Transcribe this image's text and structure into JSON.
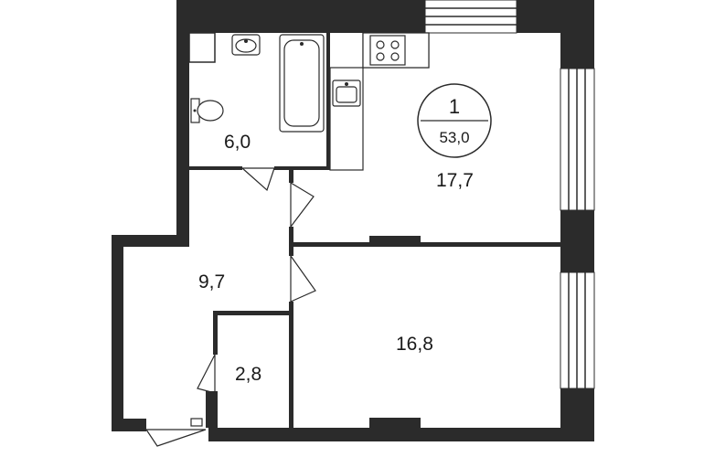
{
  "plan": {
    "rooms_count": "1",
    "total_area": "53,0",
    "rooms": [
      {
        "id": "bathroom",
        "area": "6,0"
      },
      {
        "id": "kitchen_living",
        "area": "17,7"
      },
      {
        "id": "hall",
        "area": "9,7"
      },
      {
        "id": "storage",
        "area": "2,8"
      },
      {
        "id": "bedroom",
        "area": "16,8"
      }
    ]
  },
  "colors": {
    "wall": "#2b2b2b",
    "background": "#ffffff"
  },
  "icons": [
    "washbasin-icon",
    "bathtub-icon",
    "toilet-icon",
    "stove-icon",
    "kitchen-sink-icon"
  ]
}
